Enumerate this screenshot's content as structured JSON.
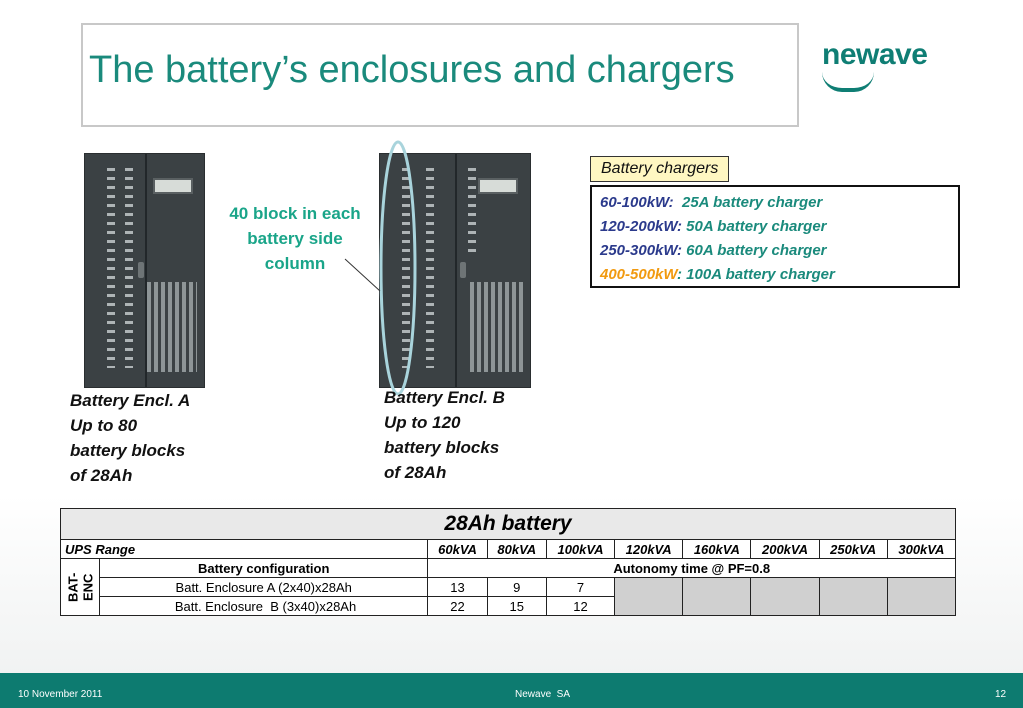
{
  "title": "The battery’s enclosures and chargers",
  "logo": "newave",
  "callout": [
    "40 block in each",
    "battery side",
    "column"
  ],
  "enclosure_a": [
    "Battery Encl. A",
    "Up to 80",
    "battery blocks",
    "of 28Ah"
  ],
  "enclosure_b": [
    "Battery Encl. B",
    "Up to 120",
    "battery blocks",
    "of 28Ah"
  ],
  "chargers": {
    "heading": "Battery chargers",
    "rows": [
      {
        "range": "60-100kW:",
        "value": "  25A battery charger"
      },
      {
        "range": "120-200kW:",
        "value": " 50A battery charger"
      },
      {
        "range": "250-300kW:",
        "value": " 60A battery charger"
      },
      {
        "range": "400-500kW",
        "value": ": 100A battery charger"
      }
    ]
  },
  "table": {
    "title": "28Ah battery",
    "ups_range_label": "UPS Range",
    "ratings": [
      "60kVA",
      "80kVA",
      "100kVA",
      "120kVA",
      "160kVA",
      "200kVA",
      "250kVA",
      "300kVA"
    ],
    "side_label": "BAT-ENC",
    "config_label": "Battery configuration",
    "autonomy_label": "Autonomy time @ PF=0.8",
    "rows": [
      {
        "name": "Batt. Enclosure A (2x40)x28Ah",
        "values": [
          "13",
          "9",
          "7"
        ]
      },
      {
        "name": " Batt. Enclosure  B (3x40)x28Ah",
        "values": [
          "22",
          "15",
          "12"
        ]
      }
    ]
  },
  "footer": {
    "date": "10 November 2011",
    "company": "Newave  SA",
    "page": "12"
  }
}
